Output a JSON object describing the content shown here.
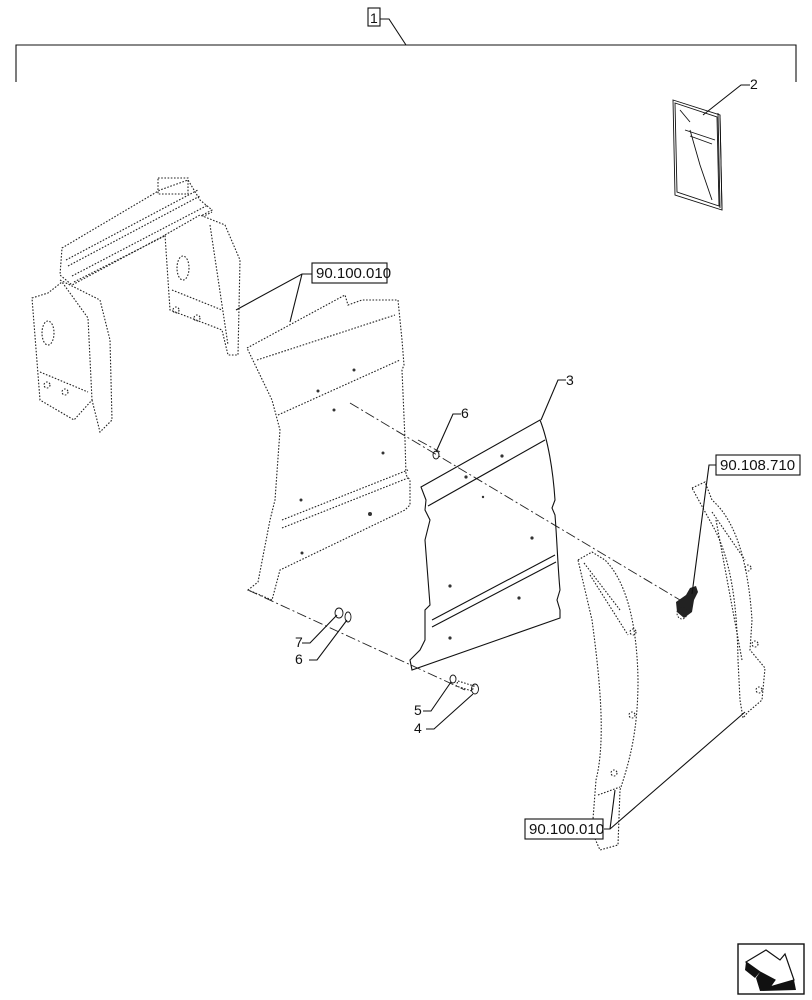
{
  "diagram": {
    "title_callout": "1",
    "callouts": [
      {
        "id": "item-2",
        "label": "2",
        "part": "manual-envelope"
      },
      {
        "id": "item-3",
        "label": "3",
        "part": "panel"
      },
      {
        "id": "item-4",
        "label": "4",
        "part": "bolt"
      },
      {
        "id": "item-5",
        "label": "5",
        "part": "washer"
      },
      {
        "id": "item-6a",
        "label": "6",
        "part": "washer-upper"
      },
      {
        "id": "item-6b",
        "label": "6",
        "part": "washer-lower"
      },
      {
        "id": "item-7",
        "label": "7",
        "part": "nut"
      }
    ],
    "references": [
      {
        "id": "ref-frame",
        "label": "90.100.010"
      },
      {
        "id": "ref-latch",
        "label": "90.108.710"
      },
      {
        "id": "ref-fenders",
        "label": "90.100.010"
      }
    ],
    "nav_icon": "arrow-next-page-icon"
  }
}
